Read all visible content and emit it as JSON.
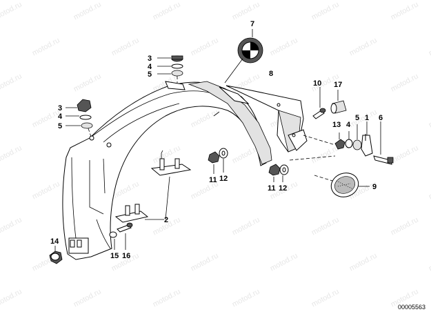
{
  "watermark": "motod.ru",
  "reference_code": "00005563",
  "callouts": {
    "c7": "7",
    "c3a": "3",
    "c4a": "4",
    "c5a": "5",
    "c8": "8",
    "c10": "10",
    "c17": "17",
    "c3b": "3",
    "c4b": "4",
    "c5b": "5",
    "c13": "13",
    "c4c": "4",
    "c5c": "5",
    "c1": "1",
    "c6": "6",
    "c11a": "11",
    "c12a": "12",
    "c11b": "11",
    "c12b": "12",
    "c9": "9",
    "c2": "2",
    "c14": "14",
    "c15": "15",
    "c16": "16"
  }
}
